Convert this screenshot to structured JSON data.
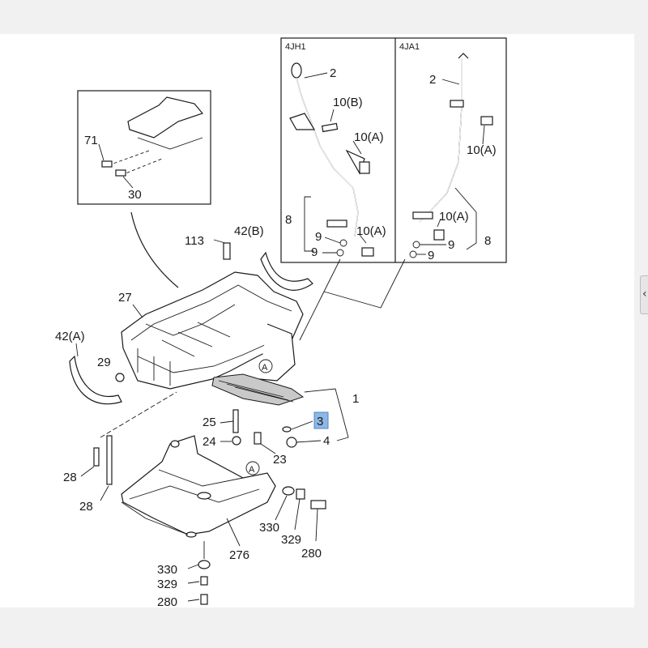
{
  "insets": {
    "left_title": "4JH1",
    "right_title": "4JA1"
  },
  "labels": {
    "l2a": "2",
    "l10b": "10(B)",
    "l10a1": "10(A)",
    "l8a": "8",
    "l9a": "9",
    "l10a2": "10(A)",
    "l9b": "9",
    "l2b": "2",
    "l10a3": "10(A)",
    "l10a4": "10(A)",
    "l8b": "8",
    "l9c": "9",
    "l9d": "9",
    "l71": "71",
    "l30": "30",
    "l113": "113",
    "l42b": "42(B)",
    "l27": "27",
    "l42a": "42(A)",
    "l29": "29",
    "l1": "1",
    "l3": "3",
    "l4": "4",
    "l25": "25",
    "l24": "24",
    "l23": "23",
    "circleA1": "A",
    "circleA2": "A",
    "l28a": "28",
    "l28b": "28",
    "l330a": "330",
    "l329a": "329",
    "l280a": "280",
    "l276": "276",
    "l330b": "330",
    "l329b": "329",
    "l280b": "280"
  },
  "colors": {
    "highlight": "#8fb7e6"
  },
  "icons": {
    "scroll_arrow": "chevron-left-icon"
  }
}
